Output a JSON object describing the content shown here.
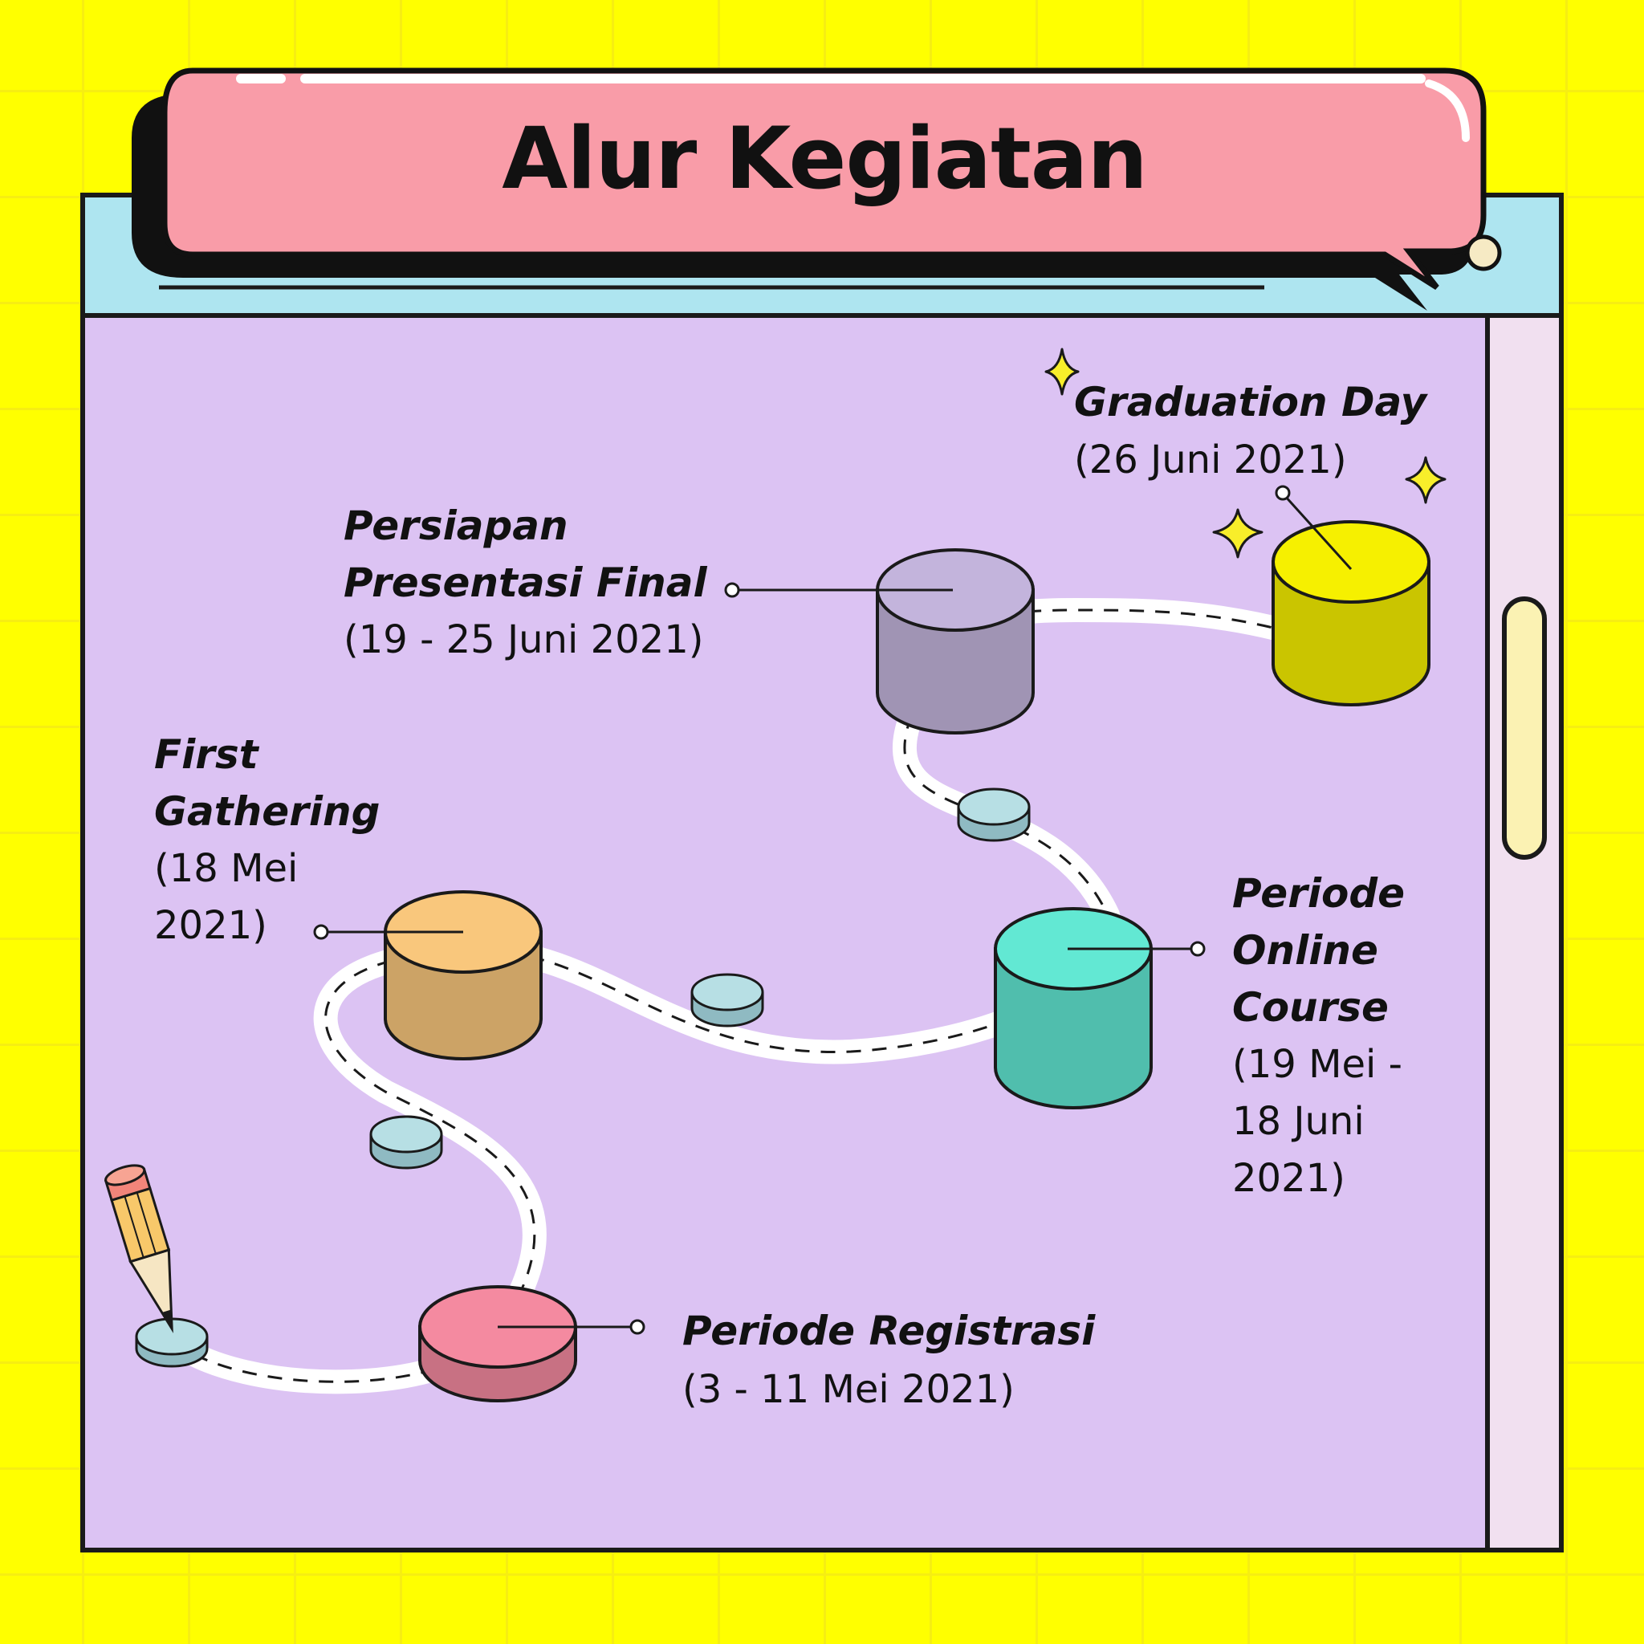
{
  "header": {
    "title": "Alur Kegiatan"
  },
  "timeline": [
    {
      "id": "registrasi",
      "title": "Periode Registrasi",
      "date": "(3 - 11 Mei 2021)",
      "color": "#f48aa0"
    },
    {
      "id": "first-gathering",
      "title_lines": [
        "First",
        "Gathering"
      ],
      "date_lines": [
        "(18 Mei",
        "2021)"
      ],
      "color": "#f9c77c"
    },
    {
      "id": "online-course",
      "title_lines": [
        "Periode",
        "Online",
        "Course"
      ],
      "date_lines": [
        "(19 Mei -",
        "18 Juni",
        "2021)"
      ],
      "color": "#62e8d3"
    },
    {
      "id": "persiapan",
      "title_lines": [
        "Persiapan",
        "Presentasi Final"
      ],
      "date": "(19 - 25 Juni 2021)",
      "color": "#c3b4dc"
    },
    {
      "id": "graduation",
      "title": "Graduation Day",
      "date": "(26 Juni 2021)",
      "color": "#f6f000"
    }
  ],
  "colors": {
    "background": "#ffff00",
    "window_body": "#dcc3f3",
    "window_titlebar": "#aee5f0",
    "scrollbar_track": "#f1e0f0",
    "scrollbar_thumb": "#fbf2b3",
    "banner": "#f99ca8",
    "road": "#ffffff",
    "stepping_stone": "#b7dfe4"
  },
  "icons": [
    "pencil-icon",
    "sparkle-icon"
  ]
}
